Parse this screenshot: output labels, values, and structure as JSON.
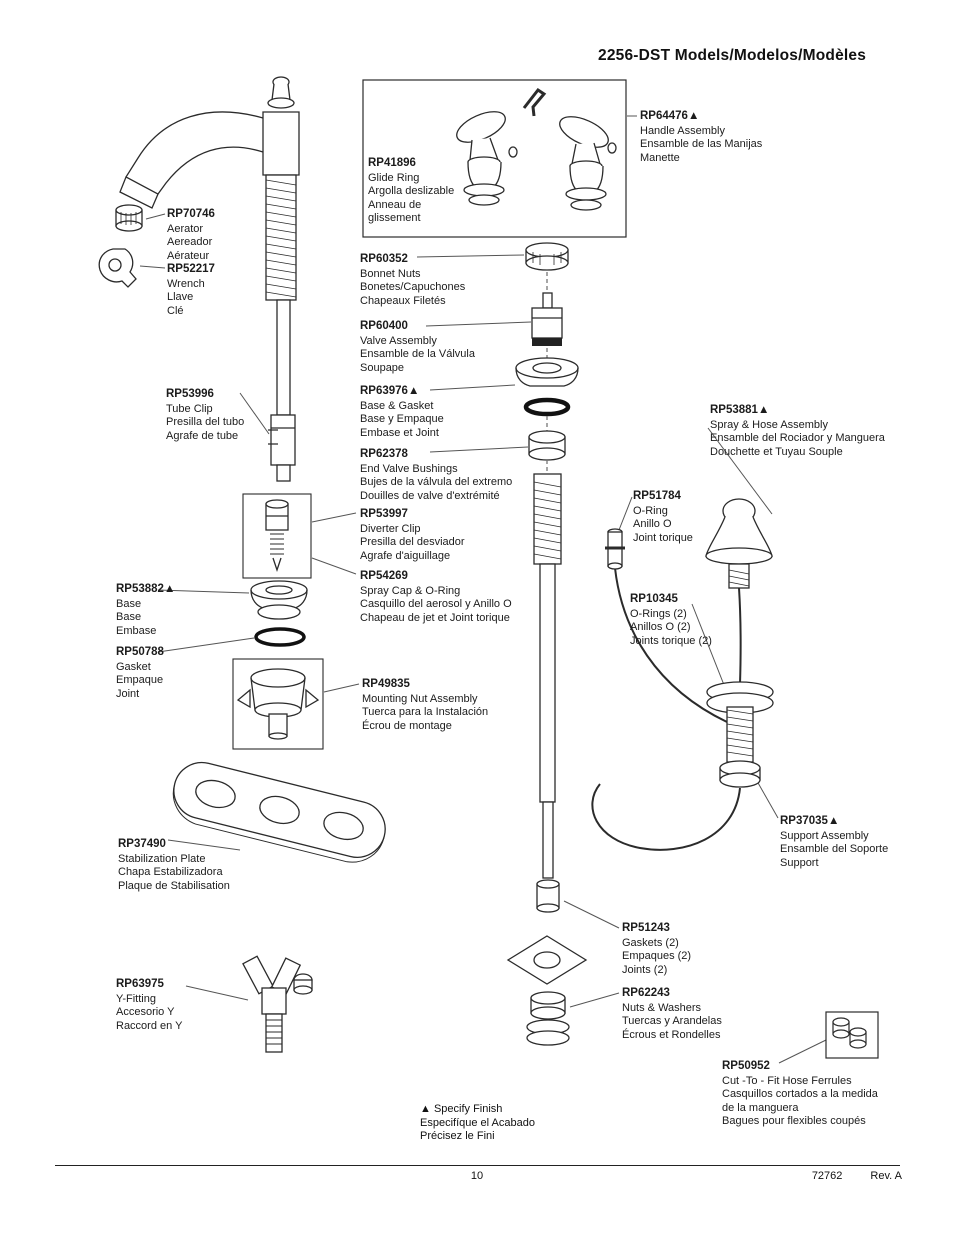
{
  "title": "2256-DST Models/Modelos/Modèles",
  "parts": [
    {
      "code": "RP64476▲",
      "lines": [
        "Handle Assembly",
        "Ensamble de las Manijas",
        "Manette"
      ]
    },
    {
      "code": "RP41896",
      "lines": [
        "Glide Ring",
        "Argolla deslizable",
        "Anneau de",
        "glissement"
      ]
    },
    {
      "code": "RP70746",
      "lines": [
        "Aerator",
        "Aereador",
        "Aérateur"
      ]
    },
    {
      "code": "RP52217",
      "lines": [
        "Wrench",
        "Llave",
        "Clé"
      ]
    },
    {
      "code": "RP60352",
      "lines": [
        "Bonnet Nuts",
        "Bonetes/Capuchones",
        "Chapeaux Filetés"
      ]
    },
    {
      "code": "RP60400",
      "lines": [
        "Valve Assembly",
        "Ensamble de la Válvula",
        "Soupape"
      ]
    },
    {
      "code": "RP53996",
      "lines": [
        "Tube Clip",
        "Presilla del tubo",
        "Agrafe de tube"
      ]
    },
    {
      "code": "RP63976▲",
      "lines": [
        "Base & Gasket",
        "Base y Empaque",
        "Embase et Joint"
      ]
    },
    {
      "code": "RP53881▲",
      "lines": [
        "Spray & Hose Assembly",
        "Ensamble del Rociador y Manguera",
        "Douchette et Tuyau Souple"
      ]
    },
    {
      "code": "RP62378",
      "lines": [
        "End Valve Bushings",
        "Bujes de la válvula del extremo",
        "Douilles de valve d'extrémité"
      ]
    },
    {
      "code": "RP51784",
      "lines": [
        "O-Ring",
        "Anillo O",
        "Joint torique"
      ]
    },
    {
      "code": "RP53997",
      "lines": [
        "Diverter Clip",
        "Presilla del desviador",
        "Agrafe d'aiguillage"
      ]
    },
    {
      "code": "RP54269",
      "lines": [
        "Spray Cap & O-Ring",
        "Casquillo del aerosol y Anillo O",
        "Chapeau de jet et Joint torique"
      ]
    },
    {
      "code": "RP53882▲",
      "lines": [
        "Base",
        "Base",
        "Embase"
      ]
    },
    {
      "code": "RP10345",
      "lines": [
        "O-Rings (2)",
        "Anillos O (2)",
        "Joints torique (2)"
      ]
    },
    {
      "code": "RP50788",
      "lines": [
        "Gasket",
        "Empaque",
        "Joint"
      ]
    },
    {
      "code": "RP49835",
      "lines": [
        "Mounting Nut Assembly",
        "Tuerca para la Instalación",
        "Écrou de montage"
      ]
    },
    {
      "code": "RP37035▲",
      "lines": [
        "Support Assembly",
        "Ensamble del Soporte",
        "Support"
      ]
    },
    {
      "code": "RP37490",
      "lines": [
        "Stabilization Plate",
        "Chapa Estabilizadora",
        "Plaque de Stabilisation"
      ]
    },
    {
      "code": "RP51243",
      "lines": [
        "Gaskets (2)",
        "Empaques (2)",
        "Joints (2)"
      ]
    },
    {
      "code": "RP63975",
      "lines": [
        "Y-Fitting",
        "Accesorio Y",
        "Raccord en Y"
      ]
    },
    {
      "code": "RP62243",
      "lines": [
        "Nuts & Washers",
        "Tuercas y Arandelas",
        "Écrous et Rondelles"
      ]
    },
    {
      "code": "RP50952",
      "lines": [
        "Cut -To - Fit Hose Ferrules",
        "Casquillos cortados a la medida",
        "de la manguera",
        "Bagues pour flexibles coupés"
      ]
    }
  ],
  "note": {
    "lines": [
      "▲ Specify Finish",
      "Especifíque el Acabado",
      "Précisez le Fini"
    ]
  },
  "footer": {
    "page": "10",
    "doc": "72762",
    "rev": "Rev. A"
  }
}
